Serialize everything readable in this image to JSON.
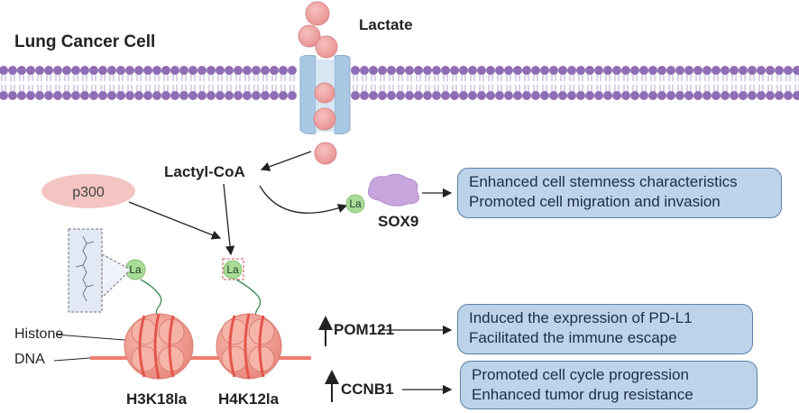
{
  "title": "Lung Cancer Cell",
  "lactate": "Lactate",
  "lactyl_coa": "Lactyl-CoA",
  "p300": "p300",
  "la": "La",
  "sox9": "SOX9",
  "histone": "Histone",
  "dna": "DNA",
  "h3k18la": "H3K18la",
  "h4k12la": "H4K12la",
  "pom121": "POM121",
  "ccnb1": "CCNB1",
  "boxes": {
    "sox9_effects": [
      "Enhanced cell stemness characteristics",
      "Promoted cell migration and invasion"
    ],
    "pom121_effects": [
      "Induced the expression of PD-L1",
      "Facilitated the immune escape"
    ],
    "ccnb1_effects": [
      "Promoted cell cycle progression",
      "Enhanced tumor drug resistance"
    ]
  },
  "colors": {
    "membrane": "#8f6db5",
    "lactate": "#f0a3a6",
    "channel": "#a9c8e4",
    "nucleosome": "#f3a49a",
    "la_circle": "#a9dc98",
    "sox9": "#c7a6dd",
    "box_fill": "#bcd3ea",
    "dna": "#f07e70"
  }
}
